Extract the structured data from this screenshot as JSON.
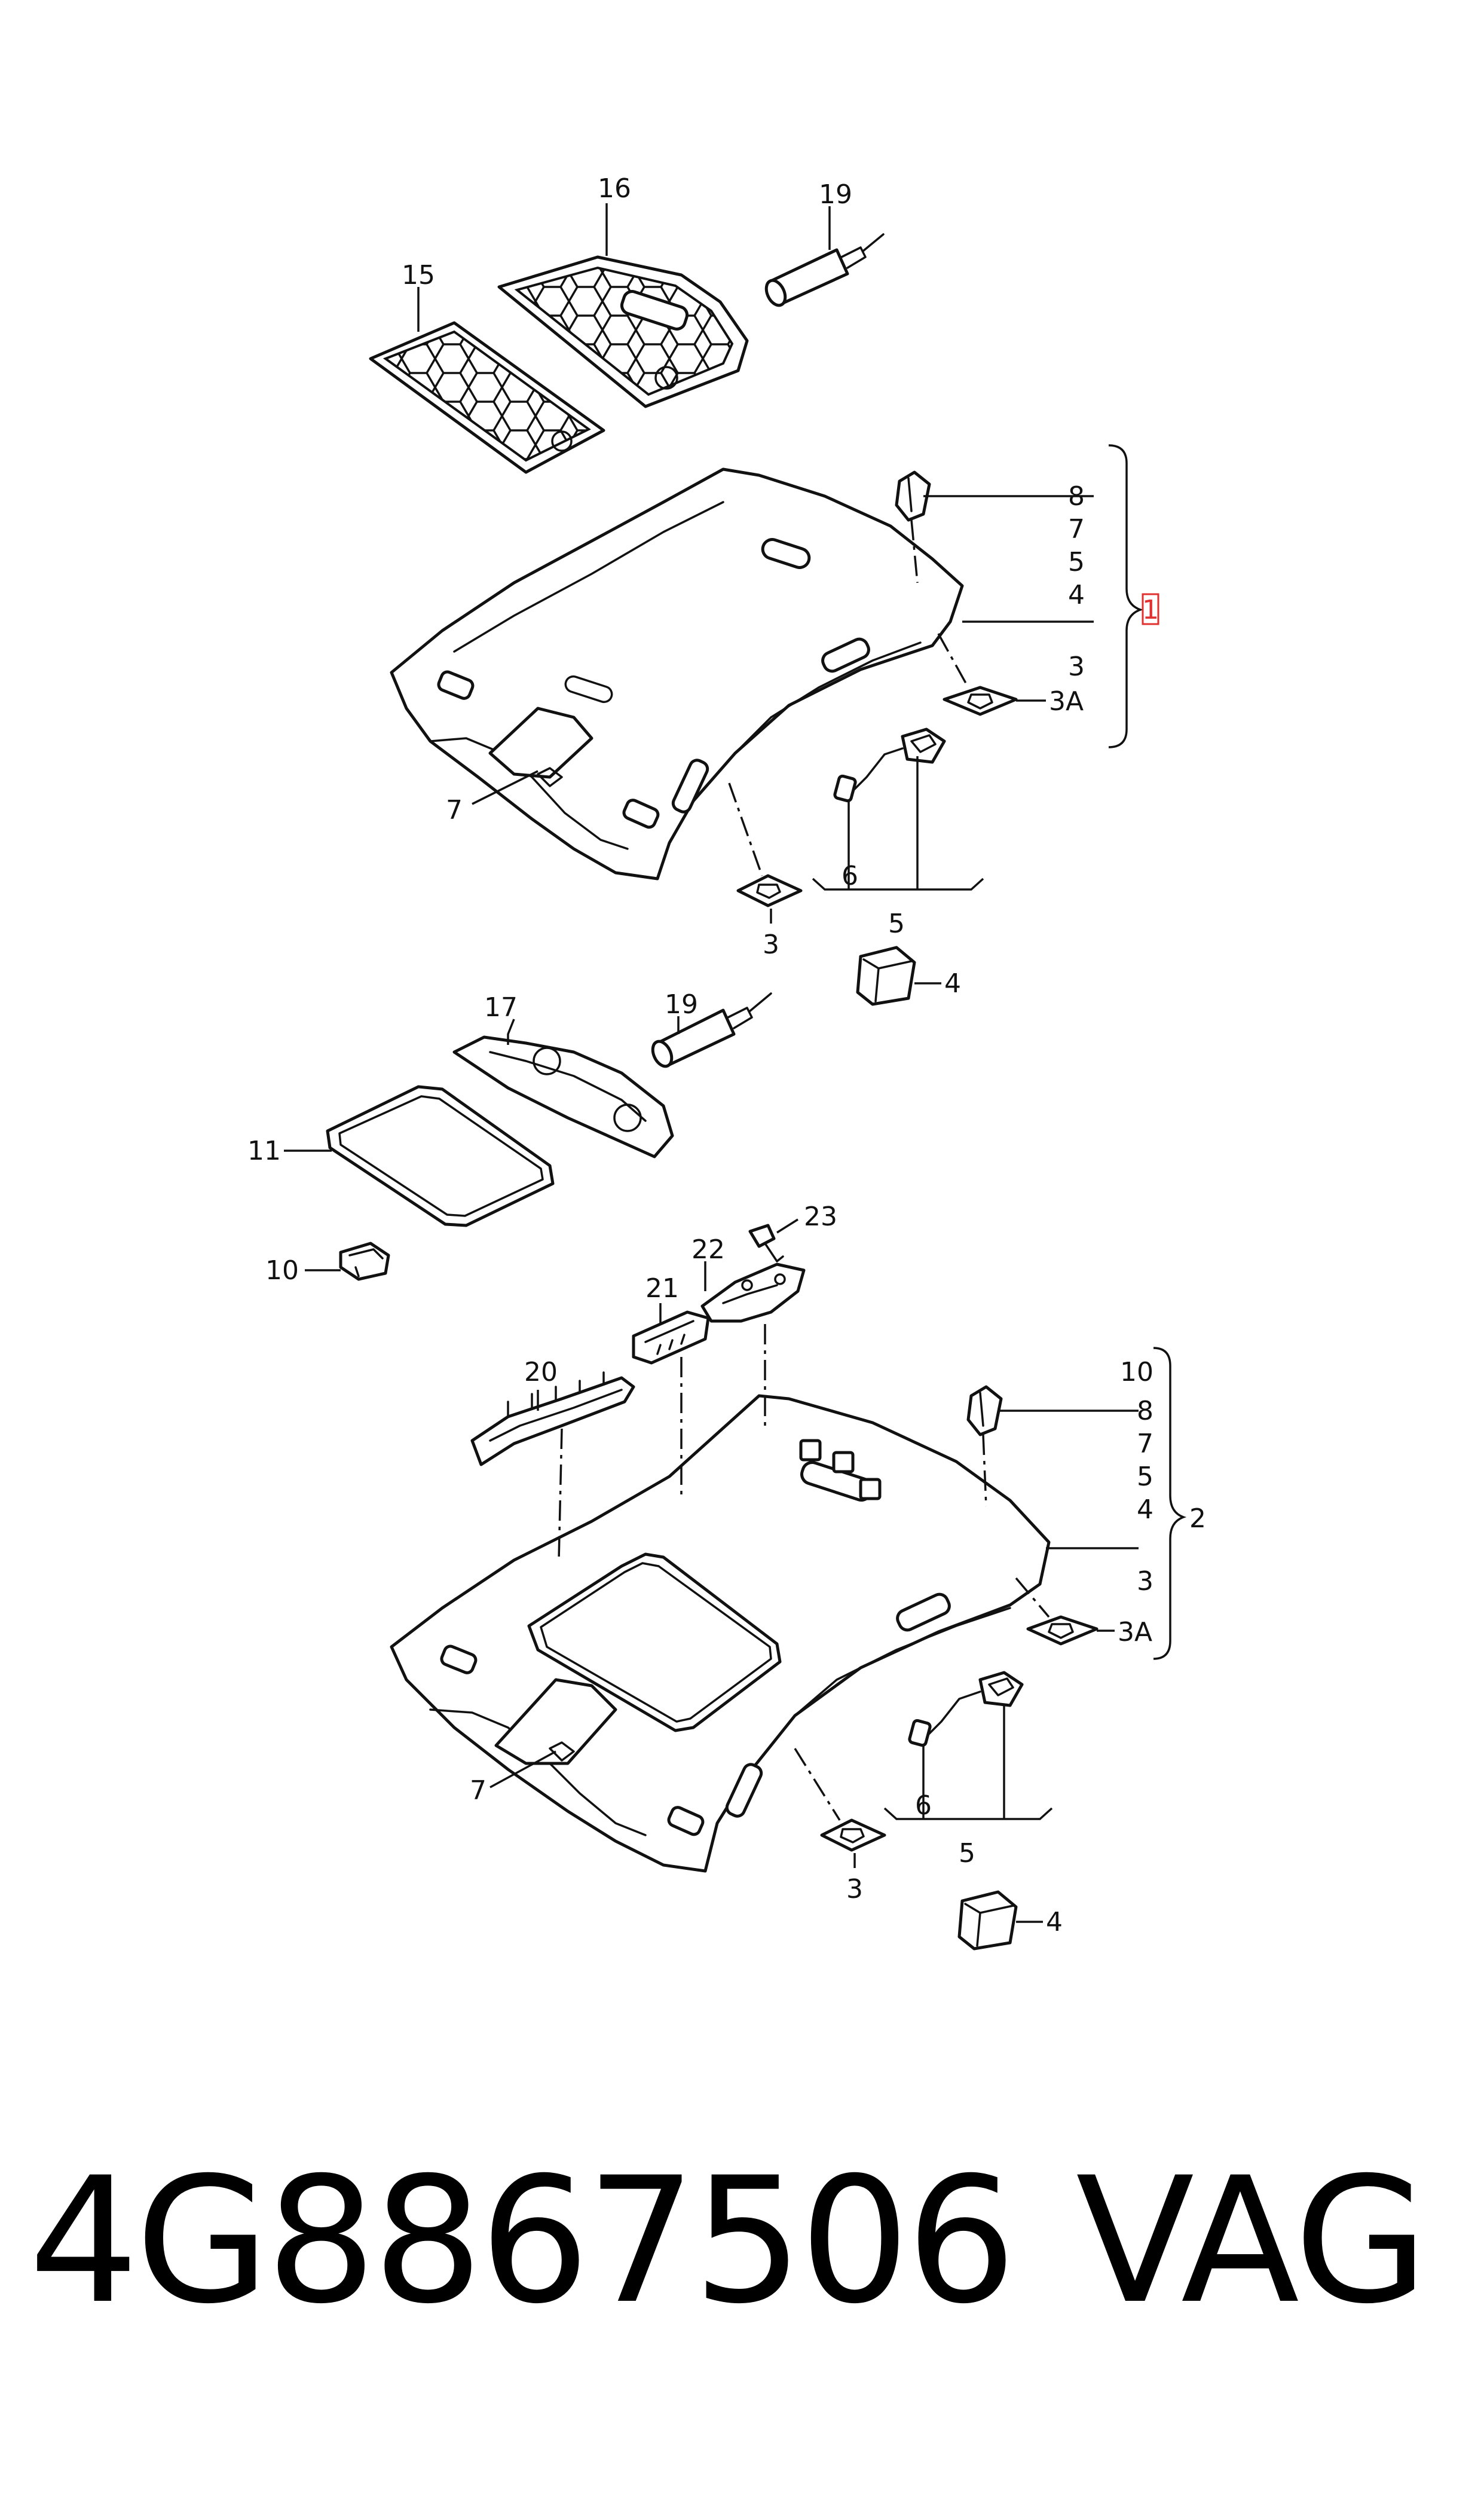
{
  "footer": {
    "part_number": "4G8867506",
    "brand": "VAG"
  },
  "accent_color": "#e03030",
  "callouts": {
    "c15": "15",
    "c16": "16",
    "c19a": "19",
    "g1_8": "8",
    "g1_7": "7",
    "g1_5": "5",
    "g1_4": "4",
    "g1_1": "1",
    "g1_3": "3",
    "g1_3A": "3A",
    "c7a": "7",
    "c6a": "6",
    "c5a": "5",
    "c3a": "3",
    "c4a": "4",
    "c19b": "19",
    "c17": "17",
    "c11": "11",
    "c10": "10",
    "c23": "23",
    "c22": "22",
    "c21": "21",
    "c20": "20",
    "g2_10": "10",
    "g2_8": "8",
    "g2_7": "7",
    "g2_5": "5",
    "g2_4": "4",
    "g2_2": "2",
    "g2_3": "3",
    "g2_3A": "3A",
    "c7b": "7",
    "c6b": "6",
    "c5b": "5",
    "c3b": "3",
    "c4b": "4"
  }
}
